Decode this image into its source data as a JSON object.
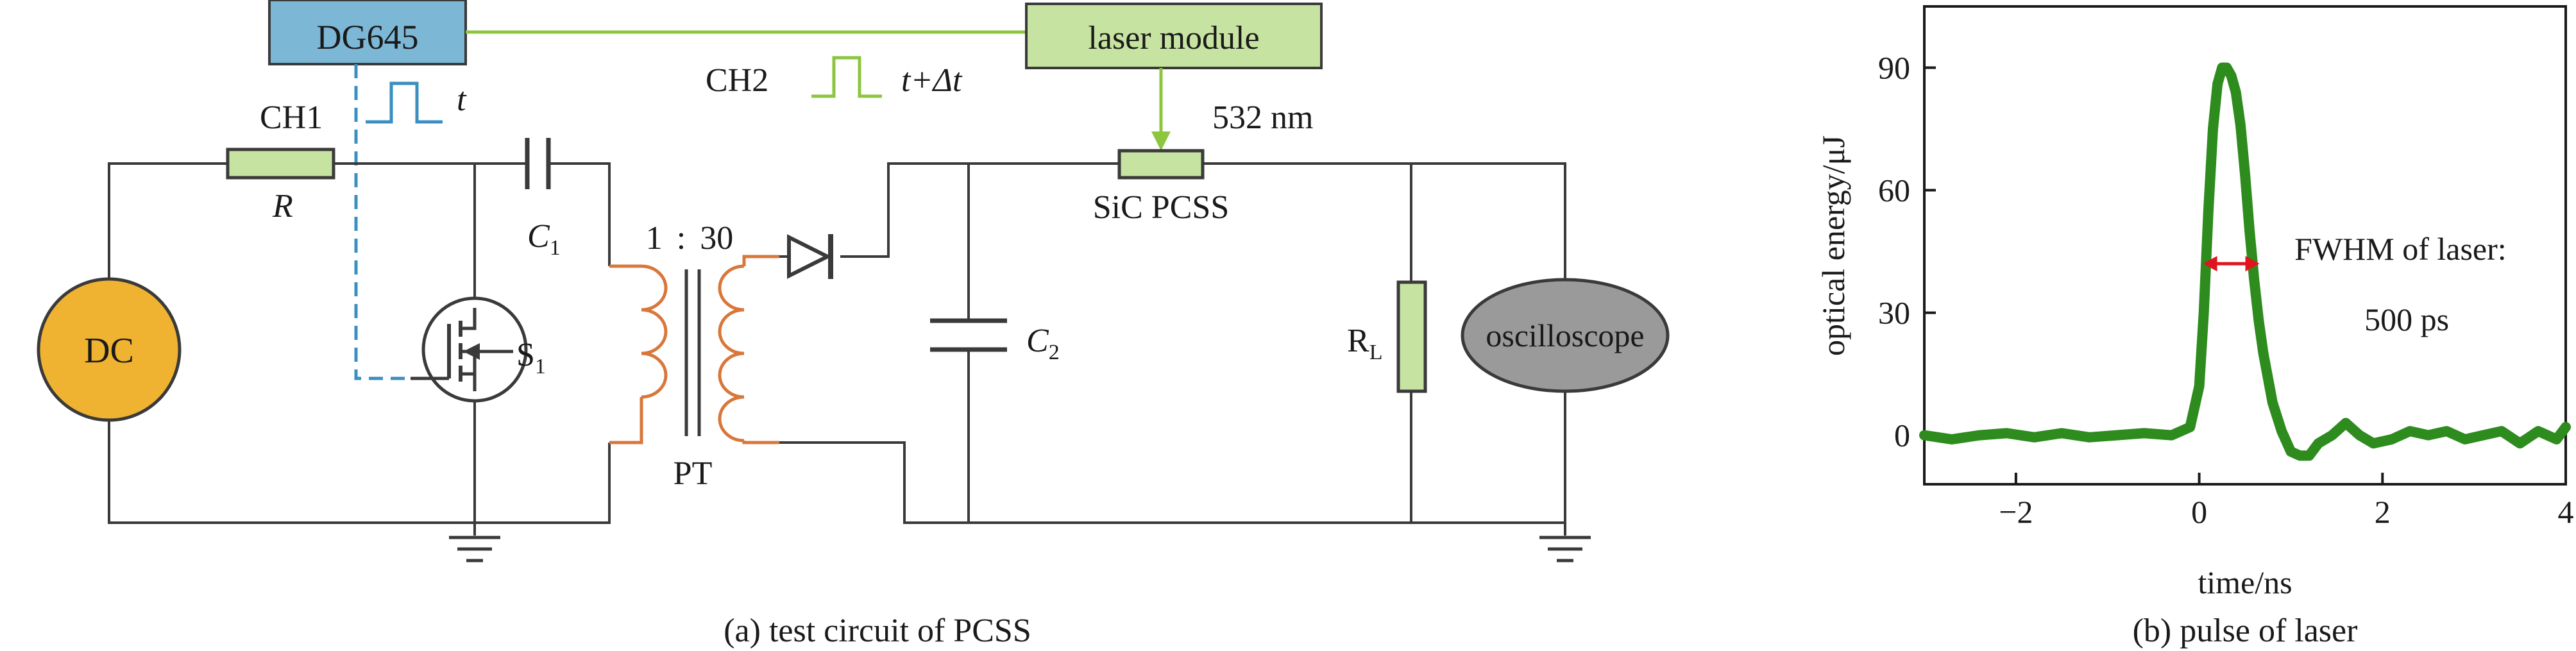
{
  "circuit": {
    "dg645_label": "DG645",
    "laser_module_label": "laser module",
    "ch1_label": "CH1",
    "ch1_time": "t",
    "ch2_label": "CH2",
    "ch2_time": "t+Δt",
    "wavelength_label": "532 nm",
    "resistor_R": "R",
    "capacitor_C1": "C",
    "capacitor_C1_sub": "1",
    "ratio_left": "1",
    "ratio_colon": ":",
    "ratio_right": "30",
    "switch_S1": "S",
    "switch_S1_sub": "1",
    "transformer_label": "PT",
    "pcss_label": "SiC PCSS",
    "capacitor_C2": "C",
    "capacitor_C2_sub": "2",
    "load_RL": "R",
    "load_RL_sub": "L",
    "dc_label": "DC",
    "oscilloscope_label": "oscilloscope",
    "caption": "(a) test circuit of PCSS",
    "colors": {
      "dg645_fill": "#7db7d6",
      "laser_fill": "#c6e3a1",
      "dc_fill": "#f0b331",
      "scope_fill": "#9a9a9a",
      "coil_color": "#d9773a",
      "trigger_blue": "#3a8fc0",
      "trigger_green": "#8cc63f"
    }
  },
  "chart": {
    "ylabel": "optical energy/μJ",
    "xlabel": "time/ns",
    "annotation_line1": "FWHM of laser:",
    "annotation_line2": "500 ps",
    "caption": "(b) pulse of laser",
    "colors": {
      "curve": "#2e8b1e",
      "arrow": "#e0141e"
    }
  },
  "chart_data": {
    "type": "line",
    "title": "",
    "xlabel": "time/ns",
    "ylabel": "optical energy/μJ",
    "xlim": [
      -3,
      4
    ],
    "ylim": [
      -12,
      105
    ],
    "x_ticks": [
      -2,
      0,
      2,
      4
    ],
    "x_tick_labels": [
      "−2",
      "0",
      "2",
      "4"
    ],
    "y_ticks": [
      0,
      30,
      60,
      90
    ],
    "y_tick_labels": [
      "0",
      "30",
      "60",
      "90"
    ],
    "grid": false,
    "series": [
      {
        "x": [
          -3.0,
          -2.7,
          -2.4,
          -2.1,
          -1.8,
          -1.5,
          -1.2,
          -0.9,
          -0.6,
          -0.3,
          -0.1,
          0.0,
          0.05,
          0.1,
          0.15,
          0.2,
          0.25,
          0.3,
          0.35,
          0.4,
          0.45,
          0.5,
          0.55,
          0.6,
          0.65,
          0.7,
          0.8,
          0.9,
          1.0,
          1.1,
          1.2,
          1.3,
          1.45,
          1.6,
          1.75,
          1.9,
          2.1,
          2.3,
          2.5,
          2.7,
          2.9,
          3.1,
          3.3,
          3.5,
          3.7,
          3.9,
          4.0
        ],
        "y": [
          0,
          -1,
          0,
          0.5,
          -0.5,
          0.5,
          -0.5,
          0,
          0.5,
          0,
          2,
          12,
          30,
          55,
          75,
          86,
          90,
          90,
          88,
          84,
          76,
          64,
          50,
          38,
          28,
          20,
          8,
          1,
          -4,
          -5,
          -5,
          -2,
          0,
          3,
          0,
          -2,
          -1,
          1,
          0,
          1,
          -1,
          0,
          1,
          -2,
          1,
          -1,
          2
        ]
      }
    ],
    "annotations": [
      {
        "text": "FWHM of laser:",
        "x": 0.9,
        "y": 42
      },
      {
        "text": "500 ps",
        "x": 0.9,
        "y": 32
      }
    ],
    "fwhm_arrow": {
      "x1": 0.0,
      "x2": 0.7,
      "y": 42
    }
  }
}
